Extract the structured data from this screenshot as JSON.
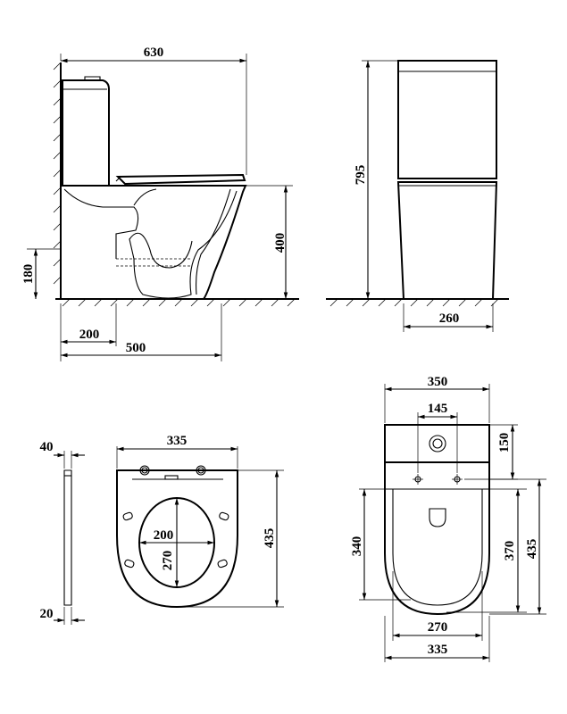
{
  "side_view": {
    "width": "630",
    "height_bowl": "400",
    "height_outlet": "180",
    "outlet_offset": "200",
    "depth": "500"
  },
  "front_view": {
    "height": "795",
    "base_width": "260"
  },
  "seat_profile": {
    "thickness_top": "40",
    "thickness_bottom": "20"
  },
  "seat_plan": {
    "width": "335",
    "length": "435",
    "opening_width": "200",
    "opening_length": "270"
  },
  "top_view": {
    "width": "350",
    "hole_spacing": "145",
    "tank_depth": "150",
    "bowl_inner_length": "340",
    "bowl_length": "370",
    "total_length": "435",
    "bowl_inner_width": "270",
    "bowl_width": "335"
  }
}
